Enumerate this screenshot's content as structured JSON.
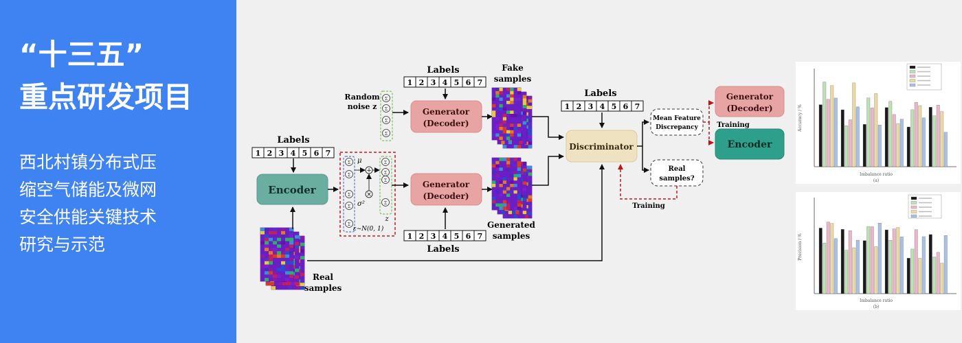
{
  "sidebar": {
    "title_line1": "“十三五”",
    "title_line2": "重点研发项目",
    "subtitle_lines": [
      "西北村镇分布式压",
      "缩空气储能及微网",
      "安全供能关键技术",
      "研究与示范"
    ]
  },
  "diagram": {
    "labels_text": "Labels",
    "label_cells": [
      "1",
      "2",
      "3",
      "4",
      "5",
      "6",
      "7"
    ],
    "encoder_label": "Encoder",
    "random_noise": [
      "Random",
      "noise z"
    ],
    "generator": [
      "Generator",
      "(Decoder)"
    ],
    "fake_samples": [
      "Fake",
      "samples"
    ],
    "generated_samples": [
      "Generated",
      "samples"
    ],
    "real_samples": [
      "Real",
      "samples"
    ],
    "discriminator_label": "Discriminator",
    "mean_feature": [
      "Mean Feature",
      "Discrepancy"
    ],
    "real_question": [
      "Real",
      "samples?"
    ],
    "training_label": "Training",
    "latent_mu": "μ",
    "latent_sigma": "σ²",
    "latent_z": "z",
    "latent_eps": "ε∼N(0, 1)",
    "plus_symbol": "+",
    "times_symbol": "×",
    "node_symbol": "Σ"
  },
  "side_charts": {
    "top_ylabel": "Accuracy / %",
    "top_xlabel": "Imbalance ratio",
    "bottom_ylabel": "Precision / %",
    "bottom_xlabel": "Imbalance ratio",
    "sublabel_a": "(a)",
    "sublabel_b": "(b)",
    "colors": [
      "#1a1a1a",
      "#bfe0b3",
      "#e8b8c8",
      "#ecd9a3",
      "#a9c1e4"
    ]
  }
}
